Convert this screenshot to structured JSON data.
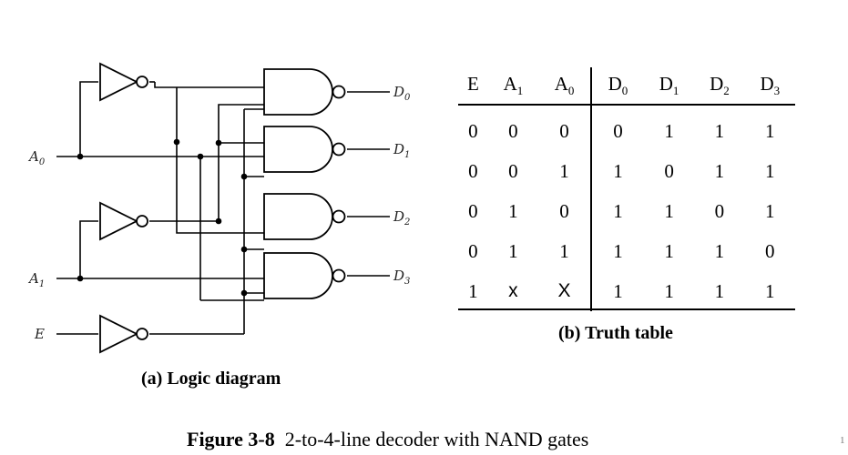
{
  "diagram": {
    "inputs": [
      {
        "letter": "A",
        "sub": "0"
      },
      {
        "letter": "A",
        "sub": "1"
      },
      {
        "letter": "E",
        "sub": ""
      }
    ],
    "outputs": [
      {
        "letter": "D",
        "sub": "0"
      },
      {
        "letter": "D",
        "sub": "1"
      },
      {
        "letter": "D",
        "sub": "2"
      },
      {
        "letter": "D",
        "sub": "3"
      }
    ]
  },
  "truth_table": {
    "headers": [
      {
        "letter": "E",
        "sub": ""
      },
      {
        "letter": "A",
        "sub": "1"
      },
      {
        "letter": "A",
        "sub": "0"
      },
      {
        "letter": "D",
        "sub": "0"
      },
      {
        "letter": "D",
        "sub": "1"
      },
      {
        "letter": "D",
        "sub": "2"
      },
      {
        "letter": "D",
        "sub": "3"
      }
    ],
    "rows": [
      [
        "0",
        "0",
        "0",
        "0",
        "1",
        "1",
        "1"
      ],
      [
        "0",
        "0",
        "1",
        "1",
        "0",
        "1",
        "1"
      ],
      [
        "0",
        "1",
        "0",
        "1",
        "1",
        "0",
        "1"
      ],
      [
        "0",
        "1",
        "1",
        "1",
        "1",
        "1",
        "0"
      ],
      [
        "1",
        "x",
        "X",
        "1",
        "1",
        "1",
        "1"
      ]
    ]
  },
  "captions": {
    "diagram": "(a)  Logic diagram",
    "table": "(b) Truth table",
    "figure_number": "Figure 3-8",
    "figure_title": "2-to-4-line decoder with NAND gates"
  },
  "corner_mark": "1"
}
